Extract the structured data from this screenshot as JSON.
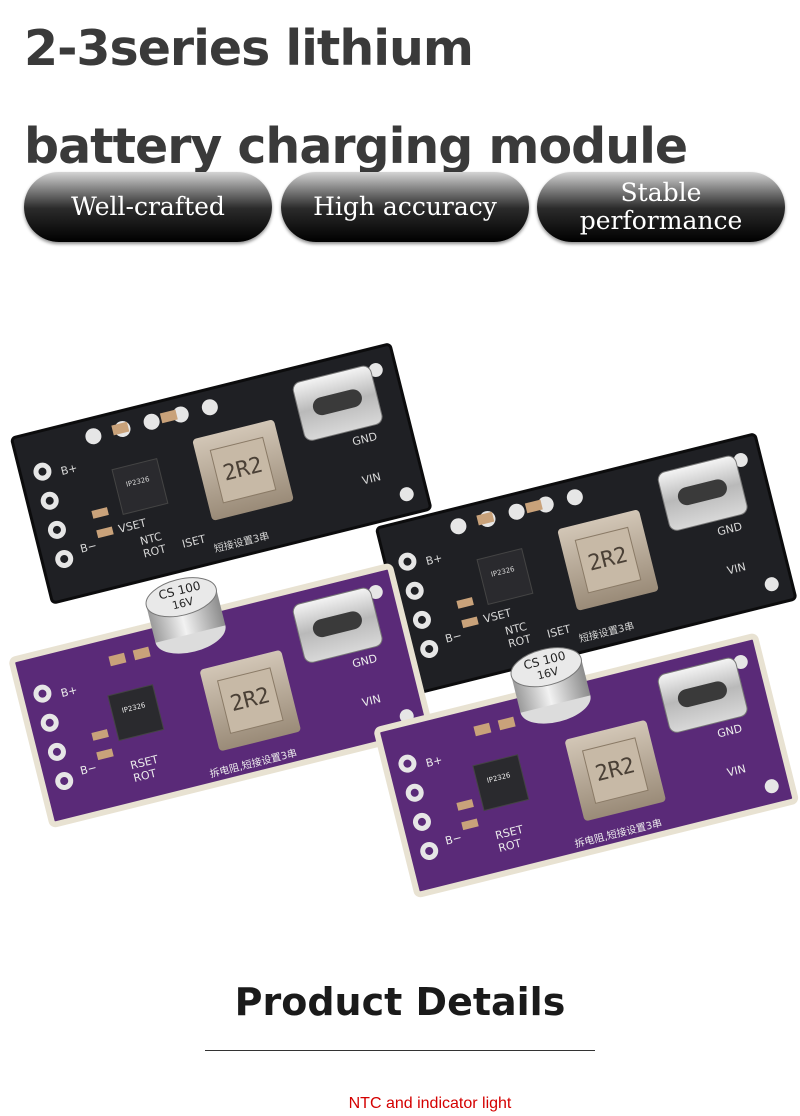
{
  "header": {
    "title_line1": "2-3series lithium",
    "title_line2": "battery charging module"
  },
  "features": [
    {
      "label": "Well-crafted"
    },
    {
      "label": "High accuracy"
    },
    {
      "label_line1": "Stable",
      "label_line2": "performance"
    }
  ],
  "products": [
    {
      "color": "black",
      "inductor": "2R2"
    },
    {
      "color": "black",
      "inductor": "2R2"
    },
    {
      "color": "purple",
      "inductor": "2R2",
      "capacitor_line1": "CS 100",
      "capacitor_line2": "16V"
    },
    {
      "color": "purple",
      "inductor": "2R2",
      "capacitor_line1": "CS 100",
      "capacitor_line2": "16V"
    }
  ],
  "pcb_labels": {
    "bplus": "B+",
    "bminus": "B−",
    "vset": "VSET",
    "ntc": "NTC",
    "rot": "ROT",
    "iset": "ISET",
    "rset": "RSET",
    "gnd": "GND",
    "vin": "VIN",
    "chip": "IP2326",
    "silk_cn": "短接设置3串",
    "silk_cn_purple": "拆电阻,短接设置3串"
  },
  "colors": {
    "pcb_black": "#1f2024",
    "pcb_purple": "#5a2a78",
    "pill_text": "#ffffff",
    "title": "#3a3a3a",
    "caption": "#d40000"
  },
  "details": {
    "title": "Product Details",
    "caption": "NTC and indicator light"
  }
}
